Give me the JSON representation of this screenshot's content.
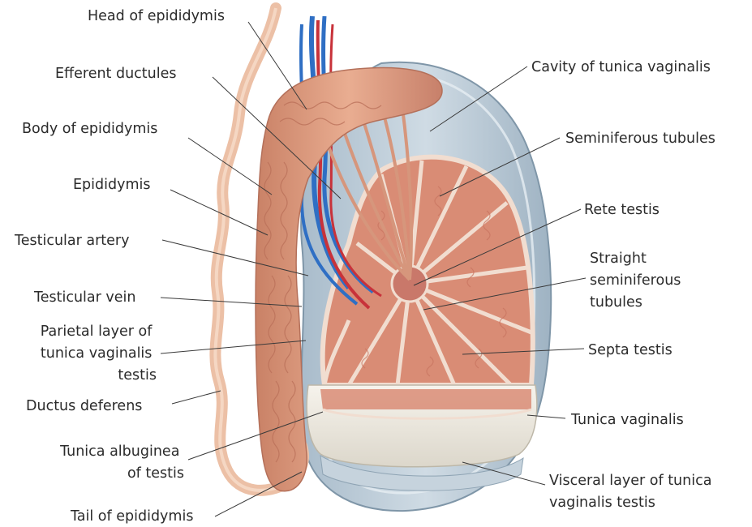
{
  "labels": {
    "head_of_epididymis": "Head of epididymis",
    "efferent_ductules": "Efferent ductules",
    "body_of_epididymis": "Body of epididymis",
    "epididymis": "Epididymis",
    "testicular_artery": "Testicular artery",
    "testicular_vein": "Testicular vein",
    "parietal_layer": [
      "Parietal layer of",
      "tunica vaginalis",
      "testis"
    ],
    "ductus_deferens": "Ductus deferens",
    "tunica_albuginea": [
      "Tunica albuginea",
      "of testis"
    ],
    "tail_of_epididymis": "Tail of epididymis",
    "cavity_tunica_vaginalis": "Cavity of tunica vaginalis",
    "seminiferous_tubules": "Seminiferous tubules",
    "rete_testis": "Rete testis",
    "straight_seminiferous_tubules": [
      "Straight",
      "seminiferous",
      "tubules"
    ],
    "septa_testis": "Septa testis",
    "tunica_vaginalis": "Tunica vaginalis",
    "visceral_layer": [
      "Visceral layer of tunica",
      "vaginalis testis"
    ]
  },
  "colors": {
    "epididymis": "#e3a184",
    "testis_lobule": "#d98c75",
    "septa": "#f1ddd0",
    "tunica_albuginea": "#f0ede4",
    "tunica_vaginalis": "#b9c9d6",
    "artery": "#c8323a",
    "vein": "#2f6fc4",
    "ductus_deferens": "#ecc0a6"
  }
}
